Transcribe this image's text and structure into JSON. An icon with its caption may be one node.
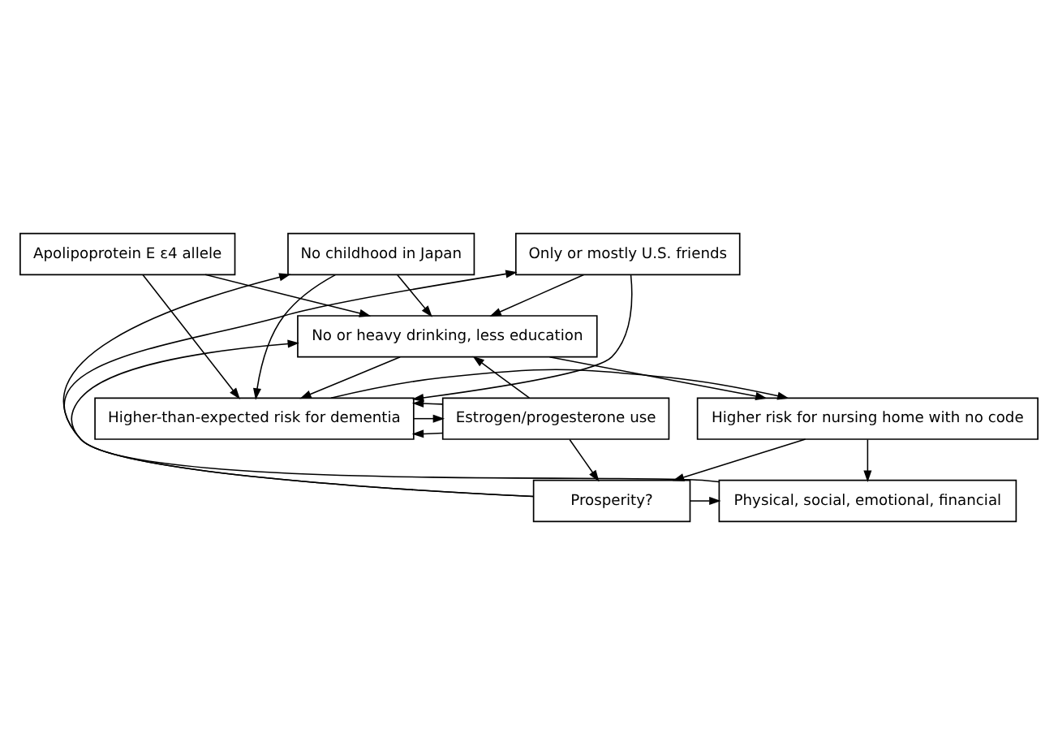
{
  "diagram": {
    "nodes": [
      {
        "text": [
          "Only or mostly U.S. friends"
        ]
      },
      {
        "text": [
          "No childhood in Japan"
        ]
      },
      {
        "text": [
          "Apolipoprotein E ε4 allele"
        ]
      },
      {
        "text": [
          "No or heavy drinking, less education"
        ]
      },
      {
        "text": [
          "Higher risk for nursing home with no code"
        ]
      },
      {
        "text": [
          "Higher-than-expected risk for dementia"
        ]
      },
      {
        "text": [
          "Estrogen/progesterone use"
        ]
      },
      {
        "text": [
          "Physical, social, emotional, financial"
        ]
      },
      {
        "text": [
          "Prosperity?"
        ]
      }
    ],
    "edges": [
      {
        "from": 8,
        "to": 0,
        "arrow": "to"
      },
      {
        "from": 8,
        "to": 1,
        "arrow": "to"
      },
      {
        "from": 0,
        "to": 3,
        "arrow": "to"
      },
      {
        "from": 0,
        "to": 5,
        "arrow": "to"
      },
      {
        "from": 1,
        "to": 3,
        "arrow": "to"
      },
      {
        "from": 1,
        "to": 5,
        "arrow": "to"
      },
      {
        "from": 2,
        "to": 3,
        "arrow": "to"
      },
      {
        "from": 2,
        "to": 5,
        "arrow": "to"
      },
      {
        "from": 6,
        "to": 3,
        "arrow": "to"
      },
      {
        "from": 6,
        "to": 5,
        "arrow": "to"
      },
      {
        "from": 3,
        "to": 5,
        "arrow": "to"
      },
      {
        "from": 5,
        "to": 6,
        "arrow": "to"
      },
      {
        "from": 3,
        "to": 4,
        "arrow": "to"
      },
      {
        "from": 5,
        "to": 4,
        "arrow": "to"
      },
      {
        "from": 6,
        "to": 5,
        "arrow": "to"
      },
      {
        "from": 6,
        "to": 8,
        "arrow": "to"
      },
      {
        "from": 4,
        "to": 8,
        "arrow": "to"
      },
      {
        "from": 4,
        "to": 7,
        "arrow": "to"
      },
      {
        "from": 8,
        "to": 7,
        "arrow": "to"
      },
      {
        "from": 7,
        "to": 3,
        "arrow": "to"
      }
    ]
  }
}
